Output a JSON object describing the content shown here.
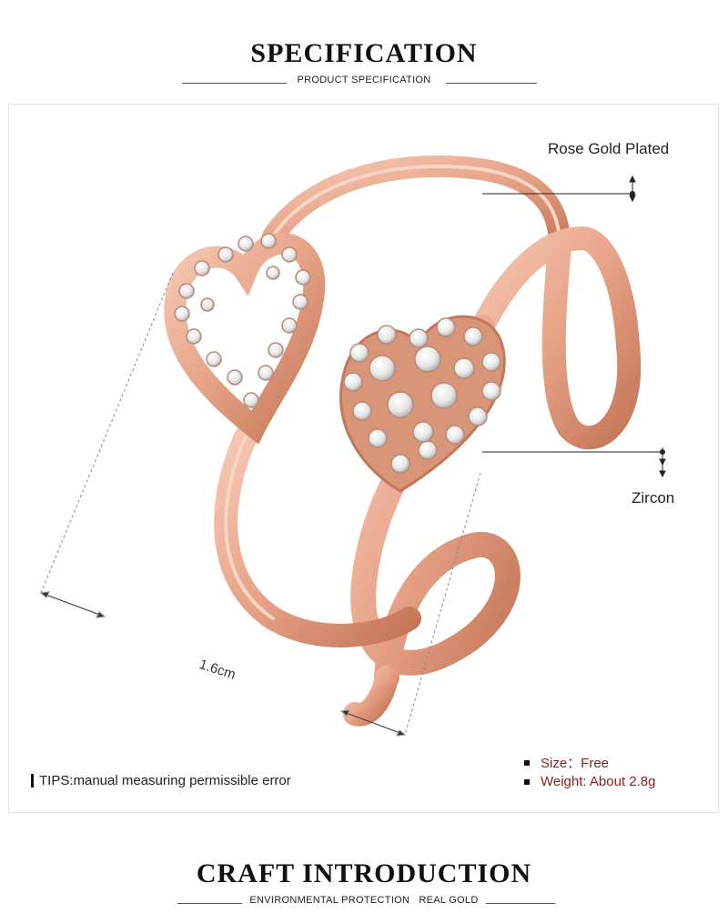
{
  "header_top": {
    "title": "SPECIFICATION",
    "subtitle": "PRODUCT SPECIFICATION"
  },
  "callouts": {
    "plating": "Rose Gold Plated",
    "stone": "Zircon",
    "dimension": "1.6cm"
  },
  "tips": "TIPS:manual measuring permissible error",
  "specs": [
    {
      "label": "Size：Free"
    },
    {
      "label": "Weight: About 2.8g"
    }
  ],
  "header_bottom": {
    "title": "CRAFT INTRODUCTION",
    "subtitle": "ENVIRONMENTAL PROTECTION   REAL GOLD"
  },
  "colors": {
    "rose_gold": "#e8a98d",
    "rose_gold_dark": "#c9785a",
    "spec_text": "#8a1d1d",
    "zircon": "#f2f2f2"
  }
}
